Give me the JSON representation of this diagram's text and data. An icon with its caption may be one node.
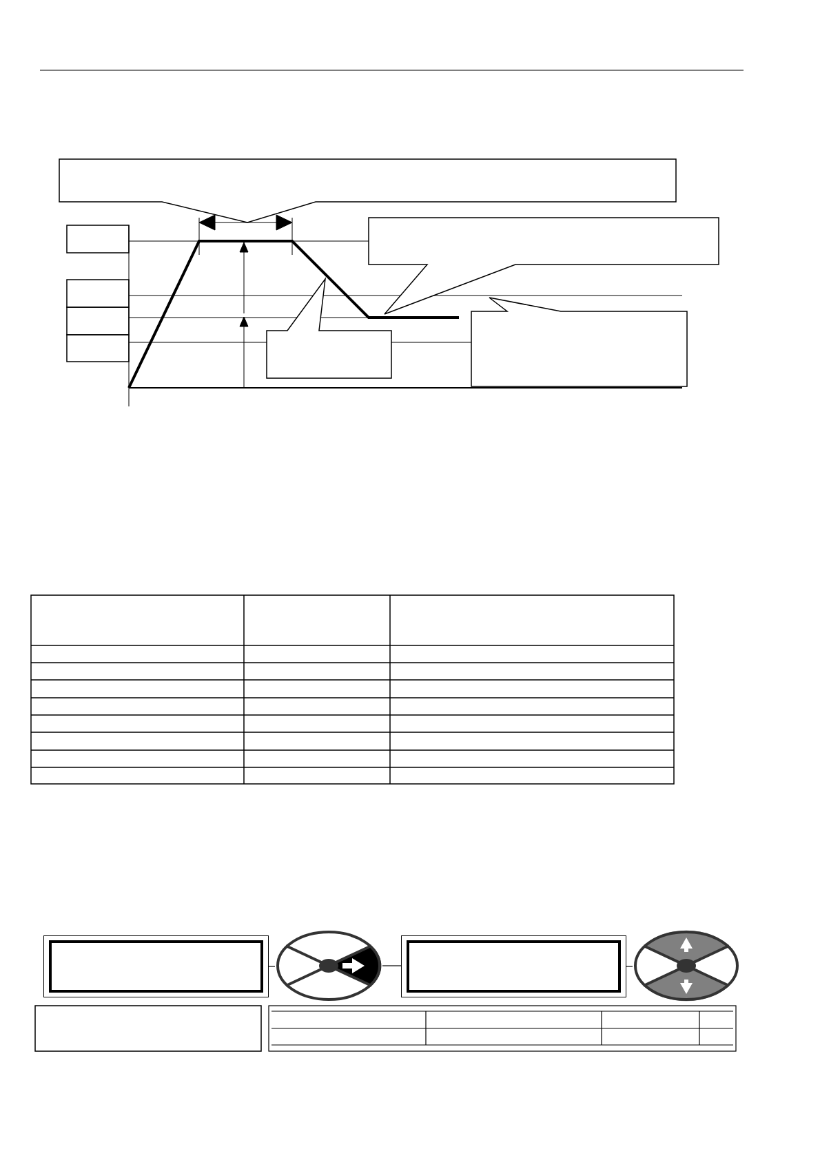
{
  "diagram": {
    "nodes": [
      {
        "text": [],
        "shape": "box"
      },
      {
        "text": [],
        "shape": "circle"
      },
      {
        "text": [],
        "shape": "box"
      },
      {
        "text": [],
        "shape": "circle"
      }
    ],
    "edges": [
      {
        "from": 0,
        "to": 1,
        "arrow": "none"
      },
      {
        "from": 1,
        "to": 2,
        "arrow": "none"
      },
      {
        "from": 2,
        "to": 3,
        "arrow": "none"
      }
    ]
  }
}
